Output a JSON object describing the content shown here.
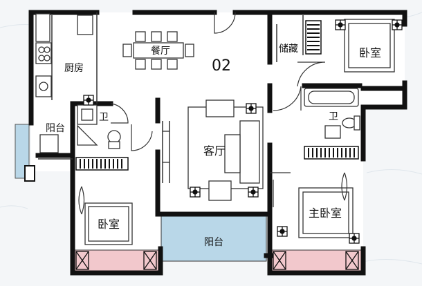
{
  "unit_label": "02",
  "rooms": {
    "dining": "餐厅",
    "kitchen": "厨房",
    "storage": "储藏",
    "bedroom_top_right": "卧室",
    "bath_left": "卫",
    "bath_right": "卫",
    "balcony_left": "阳台",
    "living": "客厅",
    "bedroom_bottom_left": "卧室",
    "master_bedroom": "主卧室",
    "balcony_bottom": "阳台"
  },
  "colors": {
    "wall": "#111111",
    "floor": "#ffffff",
    "background": "#f4f6f8",
    "balcony_blue": "#b9d7e8",
    "bay_pink": "#f2c8cc",
    "line": "#333333"
  }
}
